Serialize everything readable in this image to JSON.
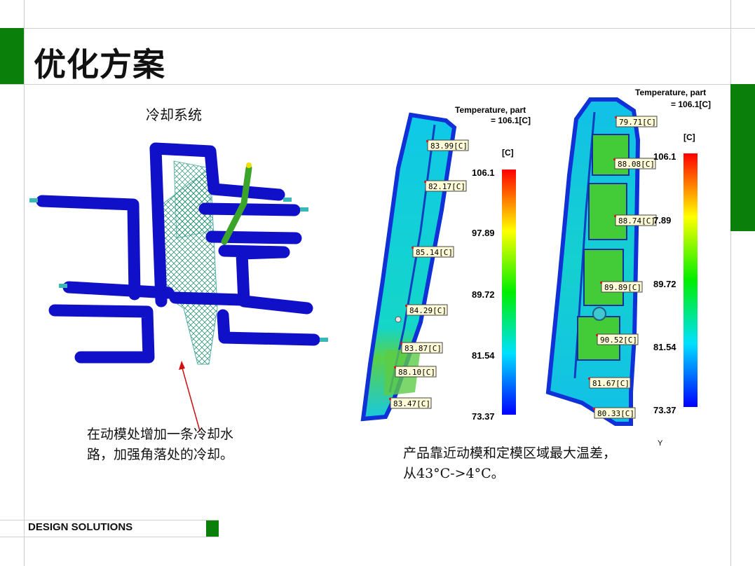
{
  "slide": {
    "title": "优化方案",
    "subtitle": "冷却系统",
    "left_note": [
      "在动模处增加一条冷却水",
      "路，加强角落处的冷却。"
    ],
    "right_note": [
      "产品靠近动模和定模区域最大温差，",
      "从43°C->4°C。"
    ],
    "footer": "DESIGN SOLUTIONS"
  },
  "colors": {
    "brand_green": "#0a7f0a",
    "pipe_blue": "#1010c8",
    "probe_fill": "#fffbd6"
  },
  "plots": [
    {
      "id": "left",
      "legend_title_line1": "Temperature, part",
      "legend_title_line2": "= 106.1[C]",
      "unit": "[C]",
      "ticks": [
        "106.1",
        "97.89",
        "89.72",
        "81.54",
        "73.37"
      ],
      "probes": [
        "83.99[C]",
        "82.17[C]",
        "85.14[C]",
        "84.29[C]",
        "83.87[C]",
        "88.10[C]",
        "83.47[C]"
      ]
    },
    {
      "id": "right",
      "legend_title_line1": "Temperature, part",
      "legend_title_line2": "= 106.1[C]",
      "unit": "[C]",
      "ticks": [
        "106.1",
        "7.89",
        "89.72",
        "81.54",
        "73.37"
      ],
      "probes": [
        "79.71[C]",
        "88.08[C]",
        "88.74[C]",
        "89.89[C]",
        "90.52[C]",
        "81.67[C]",
        "80.33[C]"
      ],
      "axis_letter": "Y"
    }
  ]
}
